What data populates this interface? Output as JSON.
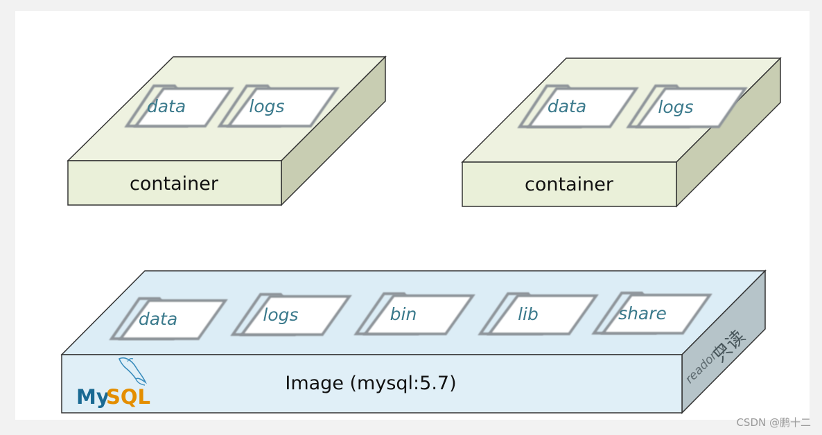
{
  "containers": [
    {
      "label": "container",
      "folders": [
        "data",
        "logs"
      ]
    },
    {
      "label": "container",
      "folders": [
        "data",
        "logs"
      ]
    }
  ],
  "image": {
    "label": "Image  (mysql:5.7)",
    "folders": [
      "data",
      "logs",
      "bin",
      "lib",
      "share"
    ],
    "side_label_en": "readonly",
    "side_label_cn": "只读",
    "logo_my": "My",
    "logo_sql": "SQL"
  },
  "watermark": "CSDN @鹏十二",
  "colors": {
    "container_top": "#eef2e0",
    "container_front": "#eaf0d9",
    "container_side": "#c8cdb2",
    "image_top": "#dcedf6",
    "image_front": "#e0eff7",
    "image_side": "#b6c4c9",
    "folder_text": "#3b7a8c",
    "logo_blue": "#1a6a93",
    "logo_orange": "#e48e00"
  }
}
